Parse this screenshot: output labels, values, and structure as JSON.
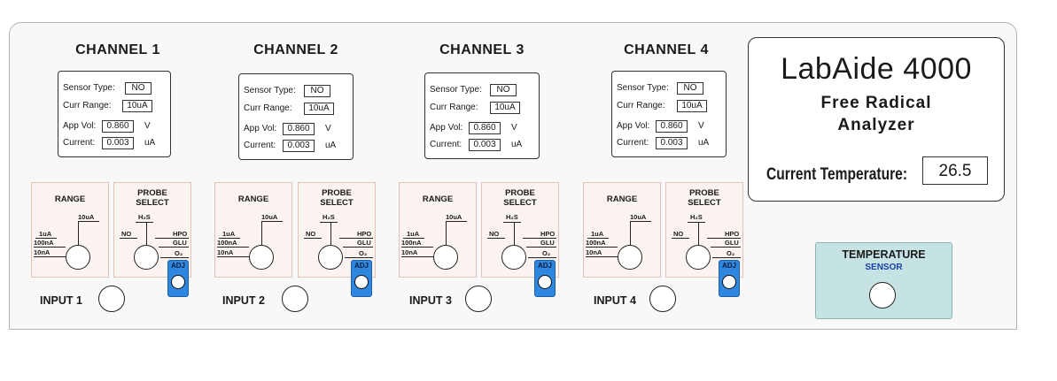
{
  "labels": {
    "sensor_type": "Sensor Type:",
    "curr_range": "Curr Range:",
    "app_vol": "App Vol:",
    "current": "Current:",
    "volt_unit": "V",
    "current_unit": "uA",
    "range": "RANGE",
    "probe_select_1": "PROBE",
    "probe_select_2": "SELECT",
    "range_10ua": "10uA",
    "range_1ua": "1uA",
    "range_100na": "100nA",
    "range_10na": "10nA",
    "probe_h2s": "H₂S",
    "probe_no": "NO",
    "probe_hpo": "HPO",
    "probe_glu": "GLU",
    "probe_o2": "O₂",
    "adj": "ADJ"
  },
  "channels": [
    {
      "title": "CHANNEL 1",
      "sensor_type": "NO",
      "curr_range": "10uA",
      "app_vol": "0.860",
      "current": "0.003",
      "input": "INPUT 1"
    },
    {
      "title": "CHANNEL 2",
      "sensor_type": "NO",
      "curr_range": "10uA",
      "app_vol": "0.860",
      "current": "0.003",
      "input": "INPUT 2"
    },
    {
      "title": "CHANNEL 3",
      "sensor_type": "NO",
      "curr_range": "10uA",
      "app_vol": "0.860",
      "current": "0.003",
      "input": "INPUT 3"
    },
    {
      "title": "CHANNEL 4",
      "sensor_type": "NO",
      "curr_range": "10uA",
      "app_vol": "0.860",
      "current": "0.003",
      "input": "INPUT 4"
    }
  ],
  "device": {
    "brand": "LabAide 4000",
    "subtitle_1": "Free Radical",
    "subtitle_2": "Analyzer",
    "temp_label": "Current Temperature:",
    "temp_value": "26.5"
  },
  "temperature_sensor": {
    "title": "TEMPERATURE",
    "subtitle": "SENSOR"
  },
  "colors": {
    "adj_blue": "#2e86de",
    "sensor_teal": "#c6e3e3",
    "sensor_label_blue": "#1a3fa8"
  }
}
